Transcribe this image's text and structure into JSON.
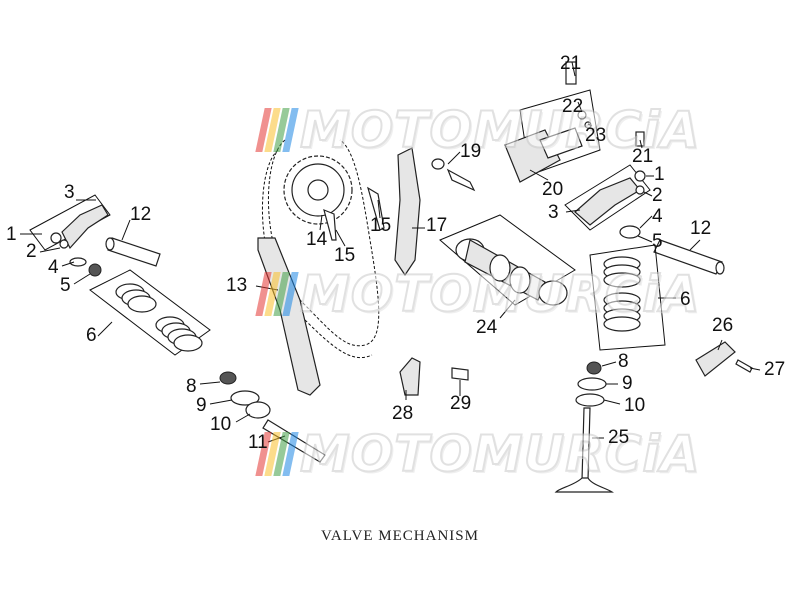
{
  "caption": "VALVE MECHANISM",
  "watermark": {
    "text": "MOTOMURCiA",
    "stripe_colors": [
      "#e53935",
      "#fbc02d",
      "#43a047",
      "#1e88e5"
    ]
  },
  "callouts": [
    {
      "id": "c1a",
      "label": "1"
    },
    {
      "id": "c2a",
      "label": "2"
    },
    {
      "id": "c3a",
      "label": "3"
    },
    {
      "id": "c4a",
      "label": "4"
    },
    {
      "id": "c5a",
      "label": "5"
    },
    {
      "id": "c6a",
      "label": "6"
    },
    {
      "id": "c8a",
      "label": "8"
    },
    {
      "id": "c9a",
      "label": "9"
    },
    {
      "id": "c10a",
      "label": "10"
    },
    {
      "id": "c11",
      "label": "11"
    },
    {
      "id": "c12a",
      "label": "12"
    },
    {
      "id": "c13",
      "label": "13"
    },
    {
      "id": "c14",
      "label": "14"
    },
    {
      "id": "c15a",
      "label": "15"
    },
    {
      "id": "c15b",
      "label": "15"
    },
    {
      "id": "c17",
      "label": "17"
    },
    {
      "id": "c19",
      "label": "19"
    },
    {
      "id": "c20",
      "label": "20"
    },
    {
      "id": "c21a",
      "label": "21"
    },
    {
      "id": "c22",
      "label": "22"
    },
    {
      "id": "c23",
      "label": "23"
    },
    {
      "id": "c21b",
      "label": "21"
    },
    {
      "id": "c1b",
      "label": "1"
    },
    {
      "id": "c2b",
      "label": "2"
    },
    {
      "id": "c3b",
      "label": "3"
    },
    {
      "id": "c4b",
      "label": "4"
    },
    {
      "id": "c5b",
      "label": "5"
    },
    {
      "id": "c12b",
      "label": "12"
    },
    {
      "id": "c6b",
      "label": "6"
    },
    {
      "id": "c24",
      "label": "24"
    },
    {
      "id": "c26",
      "label": "26"
    },
    {
      "id": "c27",
      "label": "27"
    },
    {
      "id": "c8b",
      "label": "8"
    },
    {
      "id": "c9b",
      "label": "9"
    },
    {
      "id": "c10b",
      "label": "10"
    },
    {
      "id": "c25",
      "label": "25"
    },
    {
      "id": "c28",
      "label": "28"
    },
    {
      "id": "c29",
      "label": "29"
    }
  ]
}
